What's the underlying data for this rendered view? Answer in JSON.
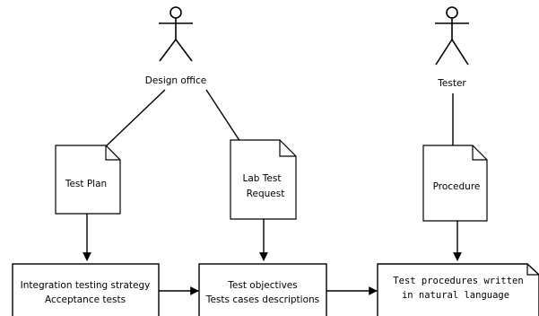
{
  "actors": {
    "design_office": "Design office",
    "tester": "Tester"
  },
  "documents": {
    "test_plan": "Test Plan",
    "lab_test_request": [
      "Lab Test",
      "Request"
    ],
    "procedure": "Procedure"
  },
  "boxes": {
    "integration": [
      "Integration testing strategy",
      "Acceptance tests"
    ],
    "objectives": [
      "Test objectives",
      "Tests cases descriptions"
    ],
    "procedures": [
      "Test procedures written",
      "in natural language"
    ]
  }
}
